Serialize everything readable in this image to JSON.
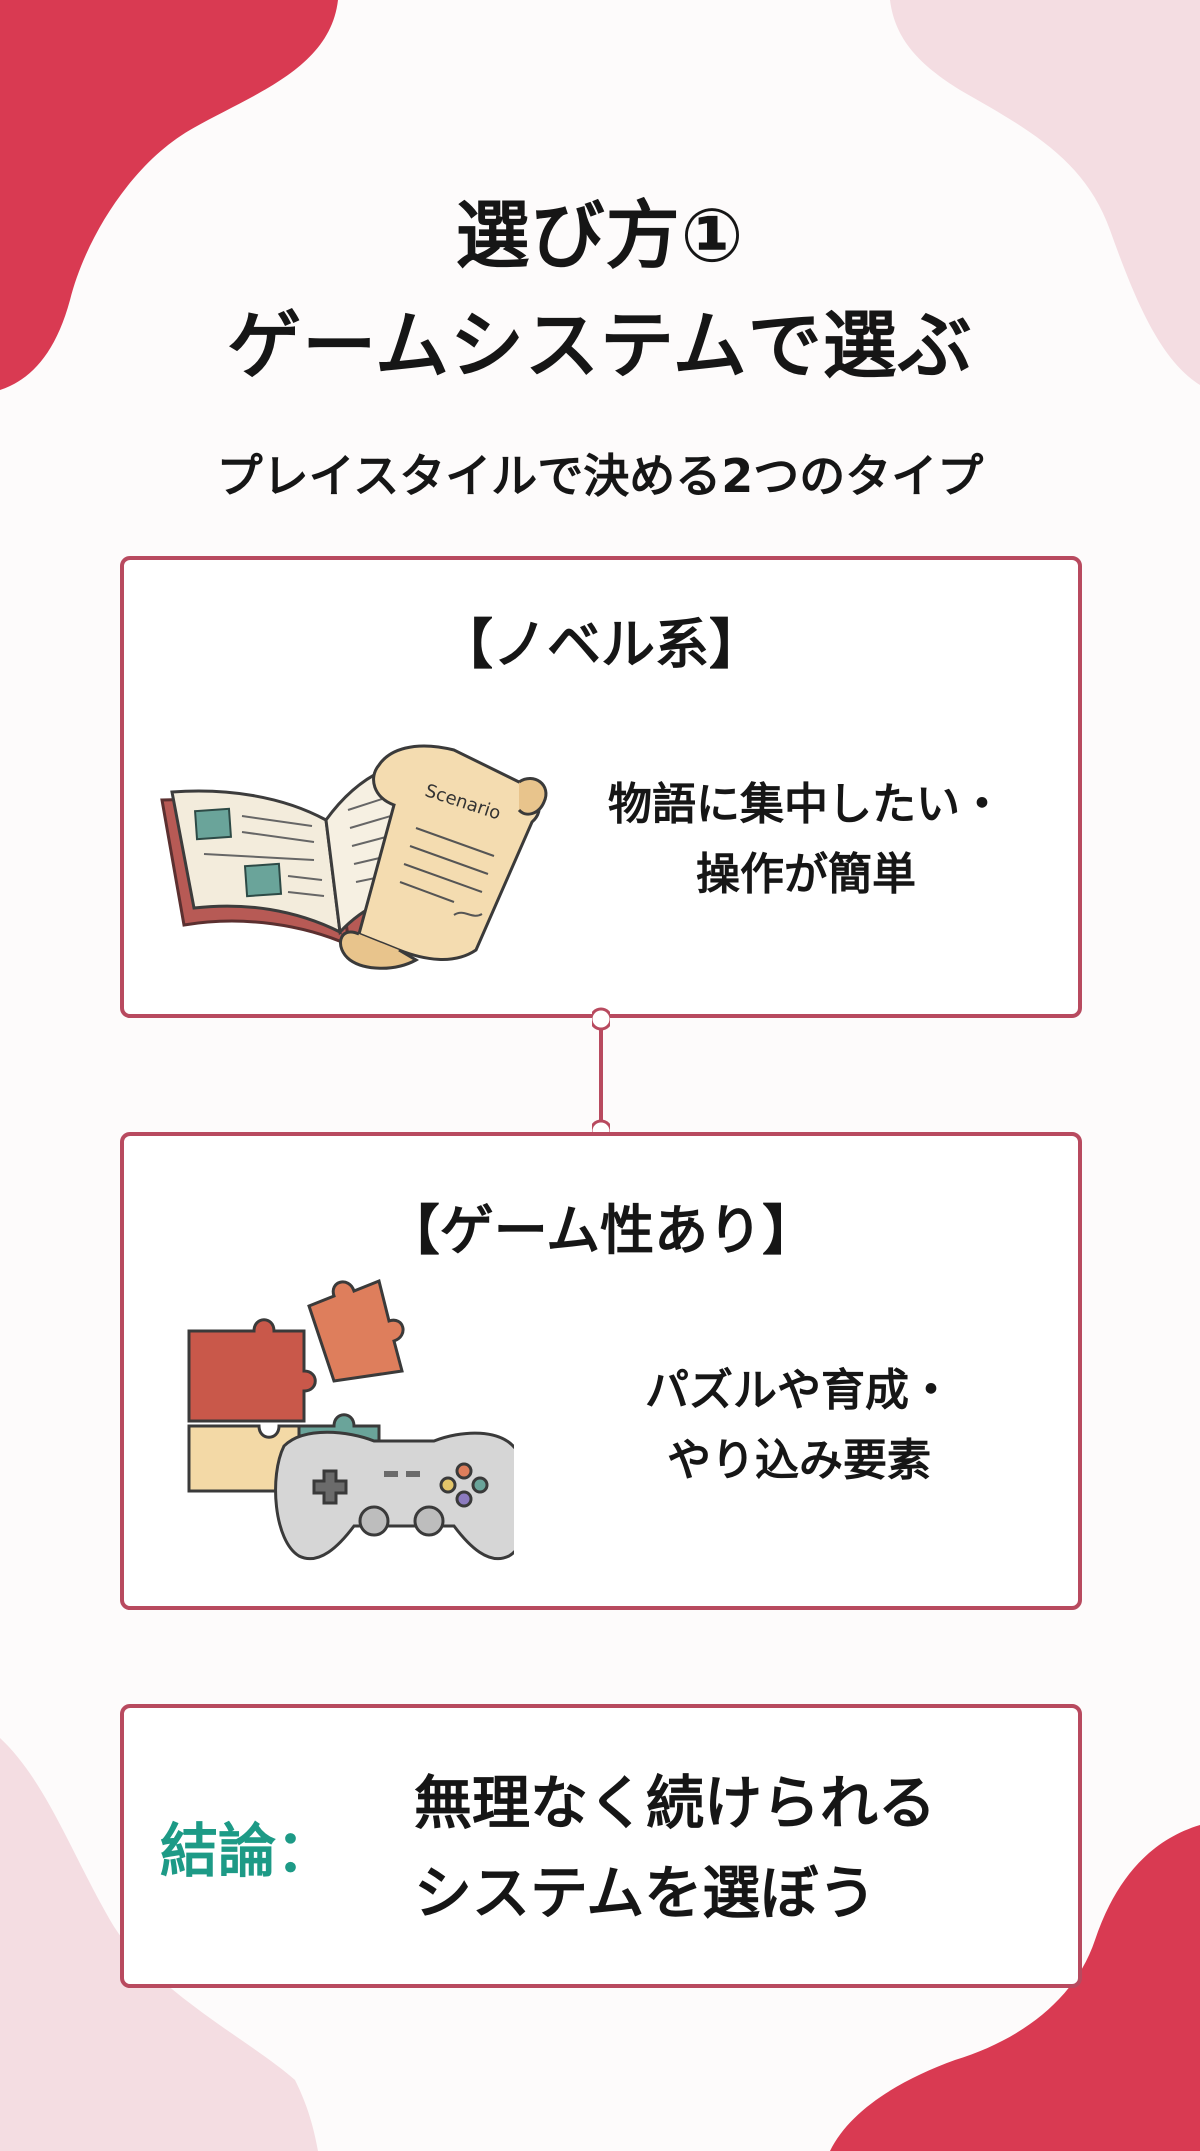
{
  "title_line1": "選び方①",
  "title_line2": "ゲームシステムで選ぶ",
  "subtitle": "プレイスタイルで決める2つのタイプ",
  "cards": [
    {
      "title": "【ノベル系】",
      "illustration_label": "Scenario",
      "desc_line1": "物語に集中したい・",
      "desc_line2": "操作が簡単",
      "icons": [
        "open-book-icon",
        "scenario-scroll-icon"
      ]
    },
    {
      "title": "【ゲーム性あり】",
      "desc_line1": "パズルや育成・",
      "desc_line2": "やり込み要素",
      "icons": [
        "puzzle-pieces-icon",
        "game-controller-icon"
      ]
    }
  ],
  "conclusion": {
    "label": "結論：",
    "text_line1": "無理なく続けられる",
    "text_line2": "システムを選ぼう"
  },
  "colors": {
    "accent_red": "#d93a52",
    "light_pink": "#f4dde2",
    "card_border": "#b84a5f",
    "conclusion_green": "#1d9a86"
  }
}
